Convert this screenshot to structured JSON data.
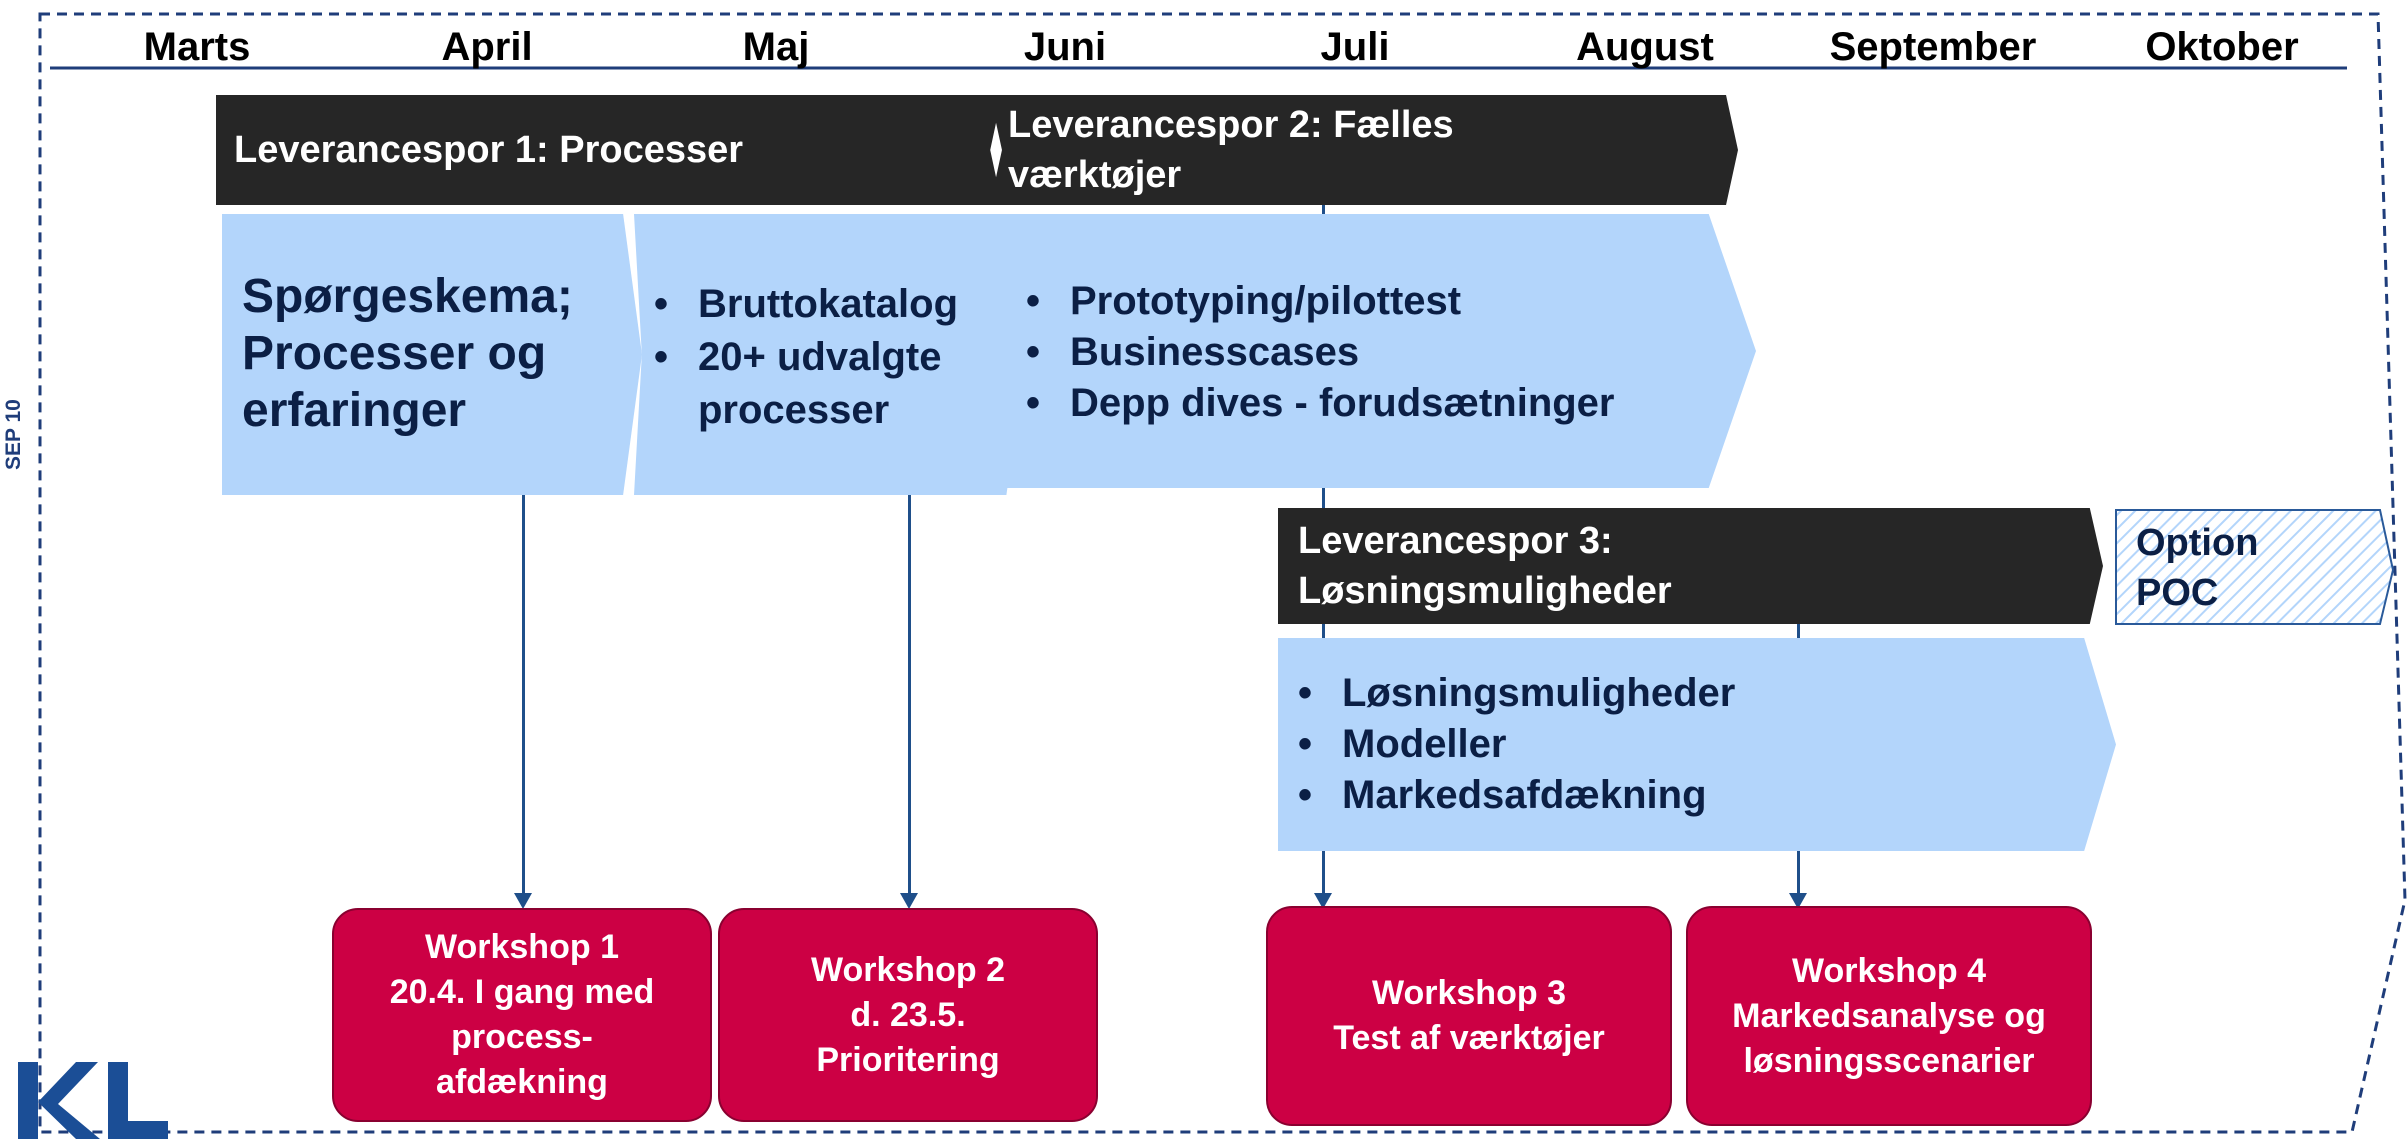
{
  "months": [
    "Marts",
    "April",
    "Maj",
    "Juni",
    "Juli",
    "August",
    "September",
    "Oktober"
  ],
  "side_label": "SEP 10",
  "tracks": {
    "track1": "Leverancespor 1: Processer",
    "track2_line1": "Leverancespor 2: Fælles",
    "track2_line2": "værktøjer",
    "track3_line1": "Leverancespor 3:",
    "track3_line2": "Løsningsmuligheder"
  },
  "option": {
    "line1": "Option",
    "line2": "POC"
  },
  "phases": {
    "phase1": [
      "Spørgeskema;",
      "Processer og",
      "erfaringer"
    ],
    "phase2": {
      "item1": "Bruttokatalog",
      "item2_line1": "20+ udvalgte",
      "item2_line2": "processer"
    },
    "phase3": [
      "Prototyping/pilottest",
      "Businesscases",
      "Depp dives - forudsætninger"
    ],
    "phase4": [
      "Løsningsmuligheder",
      "Modeller",
      "Markedsafdækning"
    ]
  },
  "workshops": [
    {
      "lines": [
        "Workshop 1",
        "20.4. I gang med",
        "process-",
        "afdækning"
      ]
    },
    {
      "lines": [
        "Workshop 2",
        "d. 23.5.",
        "Prioritering"
      ]
    },
    {
      "lines": [
        "Workshop 3",
        "Test af værktøjer"
      ]
    },
    {
      "lines": [
        "Workshop 4",
        "Markedsanalyse og",
        "løsningsscenarier"
      ]
    }
  ],
  "logo_text": "KL",
  "colors": {
    "track_bg": "#262626",
    "phase_bg": "#b3d5fb",
    "workshop_bg": "#cc0044",
    "frame_line": "#1f3d7a",
    "connector": "#1f4f8a"
  }
}
